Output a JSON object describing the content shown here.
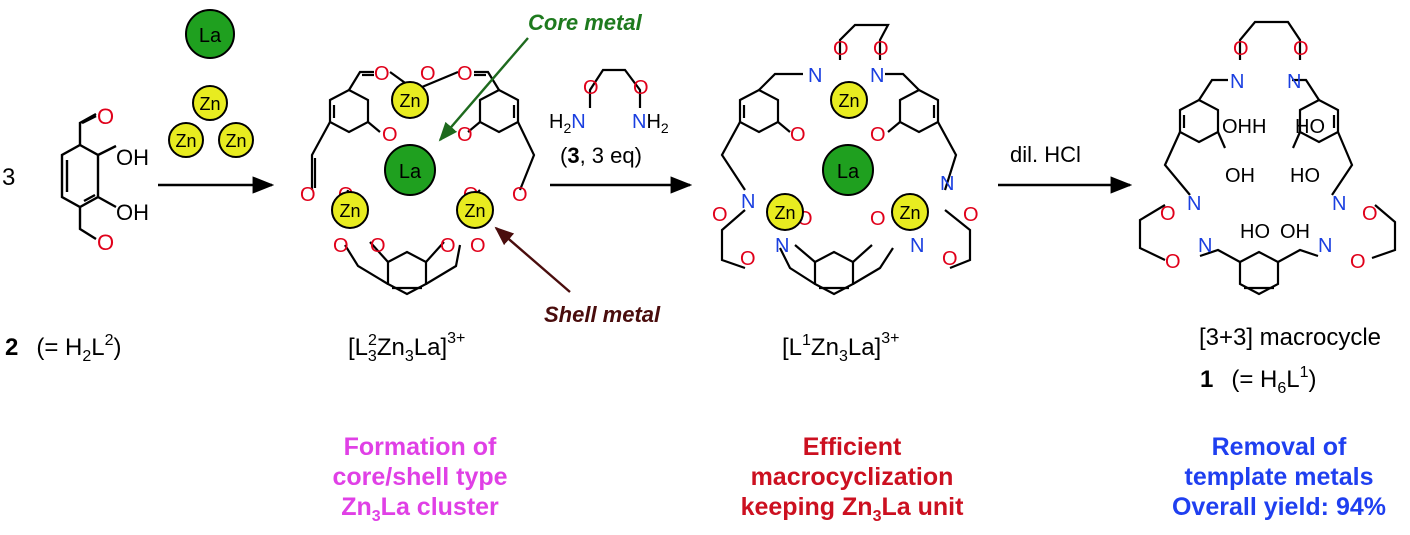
{
  "reagents": {
    "core_metal_symbol": "La",
    "shell_metal_symbol": "Zn",
    "stoich_3": "3",
    "diamine": {
      "label_open": "(",
      "label_num": "3",
      "label_rest": ", 3 eq)",
      "h2": "H",
      "h_sub": "2",
      "n": "N",
      "o": "O"
    },
    "acid": "dil. HCl"
  },
  "callouts": {
    "core": "Core metal",
    "shell": "Shell metal"
  },
  "atoms": {
    "O": "O",
    "N": "N",
    "OH": "OH",
    "HO": "HO",
    "OHH": "OHH",
    "Zn": "Zn",
    "La": "La"
  },
  "compounds": {
    "c2": {
      "num": "2",
      "text": "(= H",
      "sub": "2",
      "mid": "L",
      "sup": "2",
      "close": ")"
    },
    "cluster": {
      "open": "[L",
      "sup1": "2",
      "sub1": "3",
      "zn": "Zn",
      "sub2": "3",
      "la": "La]",
      "charge": "3+"
    },
    "macro_complex": {
      "open": "[L",
      "sup1": "1",
      "rest": "Zn",
      "sub": "3",
      "la": "La]",
      "charge": "3+"
    },
    "macrocycle": {
      "line1": "[3+3] macrocycle",
      "num": "1",
      "text": "(= H",
      "sub": "6",
      "mid": "L",
      "sup": "1",
      "close": ")"
    }
  },
  "captions": {
    "step1": {
      "lines": [
        "Formation of",
        "core/shell type"
      ],
      "last_a": "Zn",
      "last_sub": "3",
      "last_b": "La cluster",
      "color": "#e040e6"
    },
    "step2": {
      "lines": [
        "Efficient",
        "macrocyclization"
      ],
      "last_a": "keeping Zn",
      "last_sub": "3",
      "last_b": "La unit",
      "color": "#cc1020"
    },
    "step3": {
      "lines": [
        "Removal of",
        "template metals",
        "Overall yield: 94%"
      ],
      "color": "#1f3ff0"
    }
  },
  "colors": {
    "la_fill": "#1fa01f",
    "zn_fill": "#e8ec20",
    "oxygen": "#e0001a",
    "nitrogen": "#1a3fe0",
    "core_label": "#1e7a1e",
    "shell_label": "#4a0d0d"
  }
}
